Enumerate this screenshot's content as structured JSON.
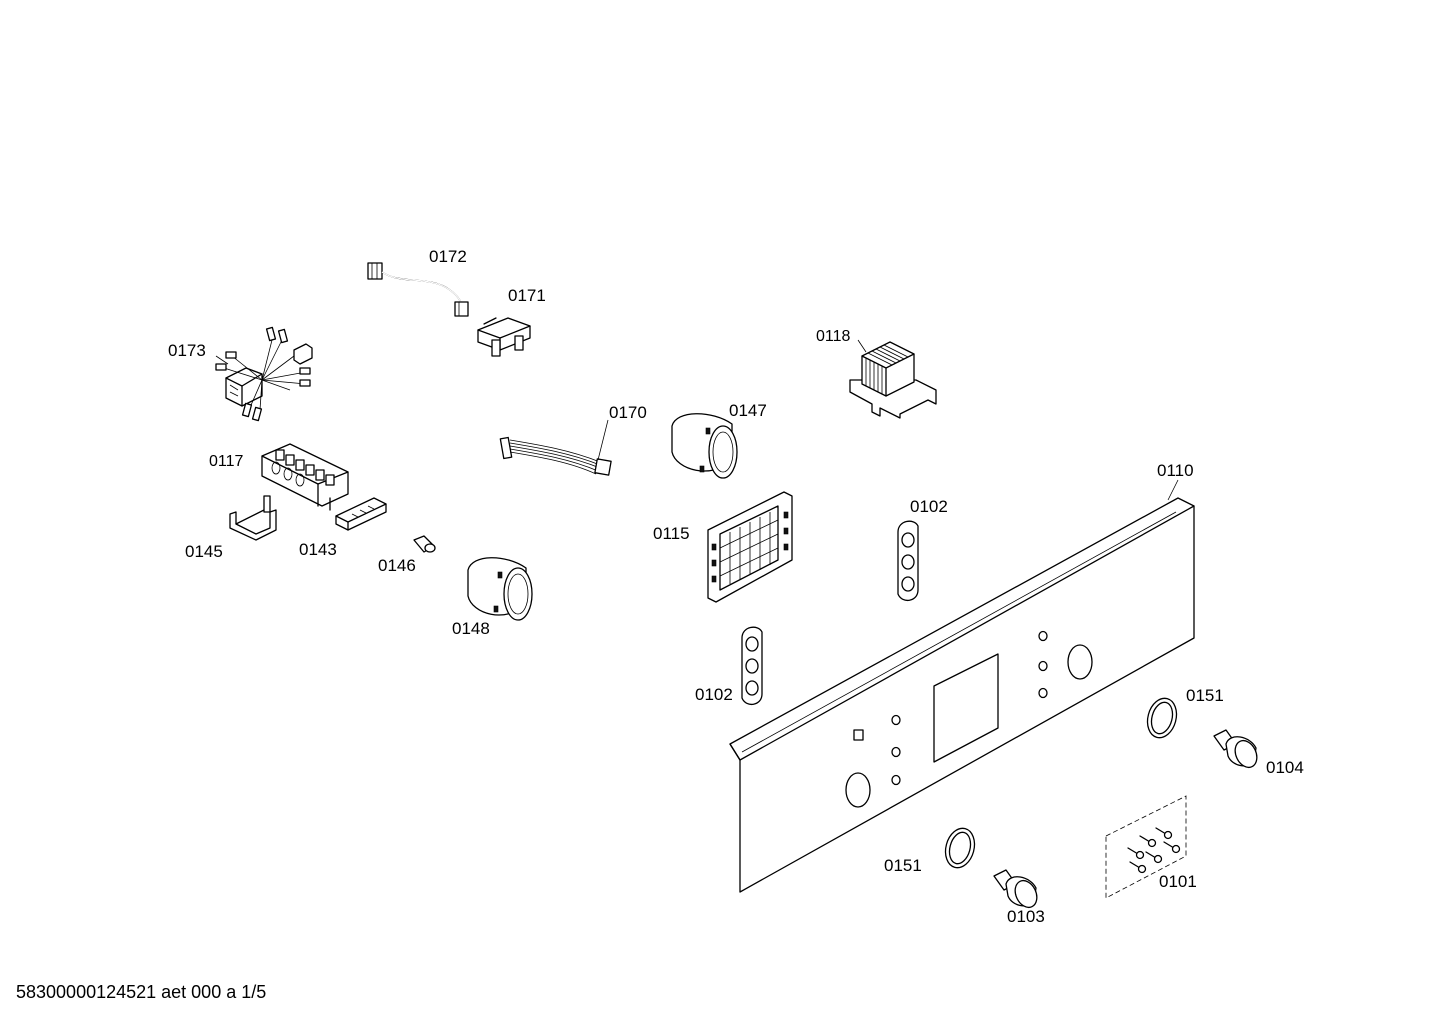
{
  "drawing": {
    "reference_line": "58300000124521 aet 000 a 1/5"
  },
  "parts": {
    "p0172": "0172",
    "p0171": "0171",
    "p0173": "0173",
    "p0118": "0118",
    "p0170": "0170",
    "p0147": "0147",
    "p0117": "0117",
    "p0110": "0110",
    "p0102a": "0102",
    "p0145": "0145",
    "p0143": "0143",
    "p0146": "0146",
    "p0115": "0115",
    "p0148": "0148",
    "p0102b": "0102",
    "p0151a": "0151",
    "p0104": "0104",
    "p0151b": "0151",
    "p0101": "0101",
    "p0103": "0103"
  }
}
